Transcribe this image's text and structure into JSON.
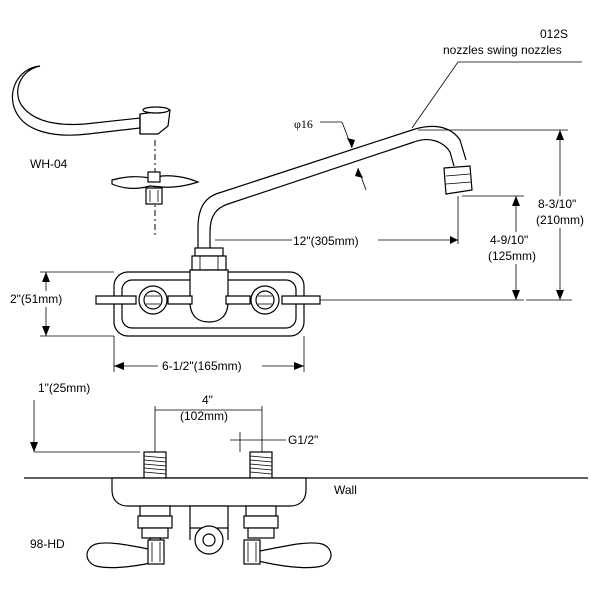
{
  "labels": {
    "model_code": "012S",
    "model_desc": "nozzles swing nozzles",
    "pipe_dia": "φ16",
    "handle_top": "WH-04",
    "handle_bottom": "98-HD",
    "spout_reach": "12\"(305mm)",
    "height_total_a": "8-3/10\"",
    "height_total_b": "(210mm)",
    "height_outlet_a": "4-9/10\"",
    "height_outlet_b": "(125mm)",
    "body_height": "2\"(51mm)",
    "body_width": "6-1/2\"(165mm)",
    "shank_length": "1\"(25mm)",
    "center_a": "4\"",
    "center_b": "(102mm)",
    "thread": "G1/2\"",
    "wall": "Wall"
  }
}
